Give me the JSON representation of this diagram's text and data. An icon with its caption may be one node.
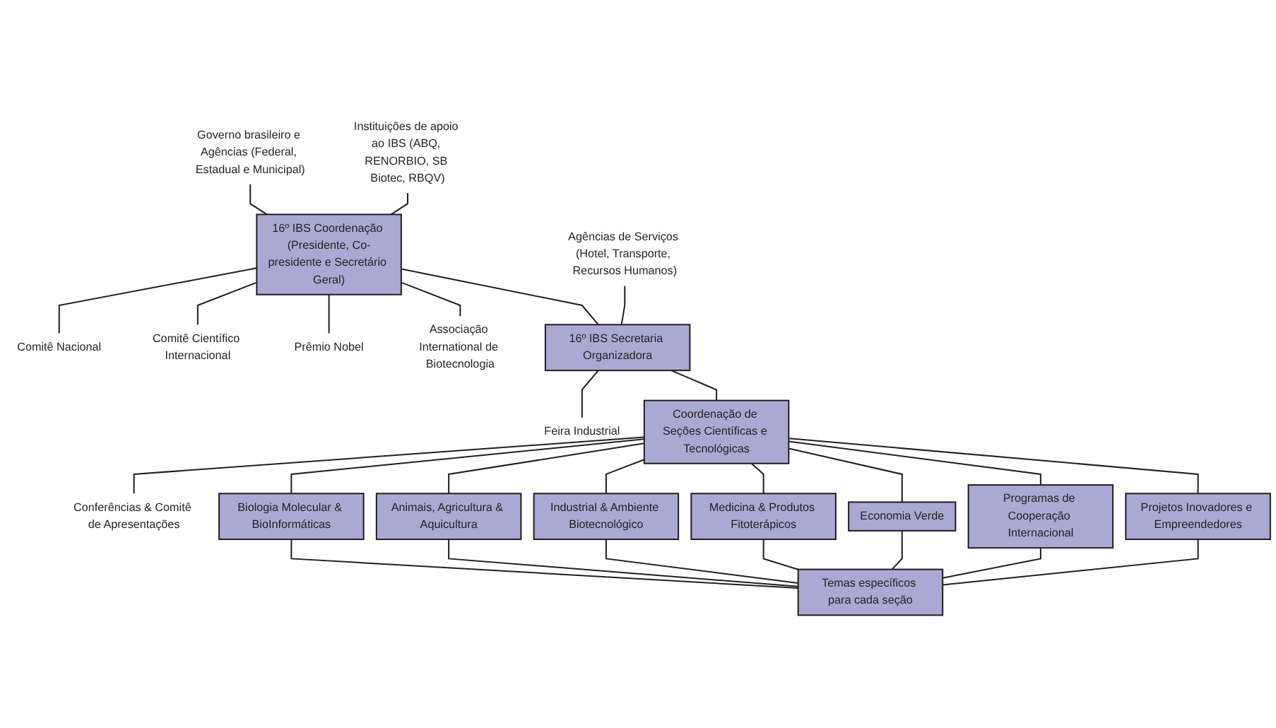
{
  "diagram": {
    "nodes": [
      {
        "text": [
          "16º IBS Coordenação (Presidente, Co-presidente e Secretário Geral)"
        ]
      },
      {
        "text": [
          "Governo brasileiro e Agências (Federal, Estadual e Municipal)"
        ]
      },
      {
        "text": [
          "Instituições de apoio ao IBS (ABQ, RENORBIO, SB Biotec, RBQV)"
        ]
      },
      {
        "text": [
          "Comitê Nacional"
        ]
      },
      {
        "text": [
          "Comitê Científico Internacional"
        ]
      },
      {
        "text": [
          "Prêmio Nobel"
        ]
      },
      {
        "text": [
          "Associação International de Biotecnologia"
        ]
      },
      {
        "text": [
          "16º IBS Secretaria Organizadora"
        ]
      },
      {
        "text": [
          "Agências de Serviços (Hotel, Transporte, Recursos Humanos)"
        ]
      },
      {
        "text": [
          "Feira Industrial"
        ]
      },
      {
        "text": [
          "Coordenação de Seções Científicas e Tecnológicas"
        ]
      },
      {
        "text": [
          "Conferências & Comitê de Apresentações"
        ]
      },
      {
        "text": [
          "Biologia Molecular & BioInformáticas"
        ]
      },
      {
        "text": [
          "Animais, Agricultura & Aquicultura"
        ]
      },
      {
        "text": [
          "Industrial & Ambiente Biotecnológico"
        ]
      },
      {
        "text": [
          "Medicina & Produtos Fitoterápicos"
        ]
      },
      {
        "text": [
          "Economia Verde"
        ]
      },
      {
        "text": [
          "Programas de Cooperação Internacional"
        ]
      },
      {
        "text": [
          "Projetos Inovadores e Empreendedores"
        ]
      },
      {
        "text": [
          "Temas específicos para cada seção"
        ]
      }
    ],
    "edges": [
      {
        "from": 1,
        "to": 0,
        "arrow": "none"
      },
      {
        "from": 2,
        "to": 0,
        "arrow": "none"
      },
      {
        "from": 0,
        "to": 3,
        "arrow": "none"
      },
      {
        "from": 0,
        "to": 4,
        "arrow": "none"
      },
      {
        "from": 0,
        "to": 5,
        "arrow": "none"
      },
      {
        "from": 0,
        "to": 6,
        "arrow": "none"
      },
      {
        "from": 0,
        "to": 7,
        "arrow": "none"
      },
      {
        "from": 8,
        "to": 7,
        "arrow": "none"
      },
      {
        "from": 7,
        "to": 9,
        "arrow": "none"
      },
      {
        "from": 7,
        "to": 10,
        "arrow": "none"
      },
      {
        "from": 10,
        "to": 11,
        "arrow": "none"
      },
      {
        "from": 10,
        "to": 12,
        "arrow": "none"
      },
      {
        "from": 10,
        "to": 13,
        "arrow": "none"
      },
      {
        "from": 10,
        "to": 14,
        "arrow": "none"
      },
      {
        "from": 10,
        "to": 15,
        "arrow": "none"
      },
      {
        "from": 10,
        "to": 16,
        "arrow": "none"
      },
      {
        "from": 10,
        "to": 17,
        "arrow": "none"
      },
      {
        "from": 10,
        "to": 18,
        "arrow": "none"
      },
      {
        "from": 12,
        "to": 19,
        "arrow": "none"
      },
      {
        "from": 13,
        "to": 19,
        "arrow": "none"
      },
      {
        "from": 14,
        "to": 19,
        "arrow": "none"
      },
      {
        "from": 15,
        "to": 19,
        "arrow": "none"
      },
      {
        "from": 16,
        "to": 19,
        "arrow": "none"
      },
      {
        "from": 17,
        "to": 19,
        "arrow": "none"
      },
      {
        "from": 18,
        "to": 19,
        "arrow": "none"
      }
    ]
  }
}
